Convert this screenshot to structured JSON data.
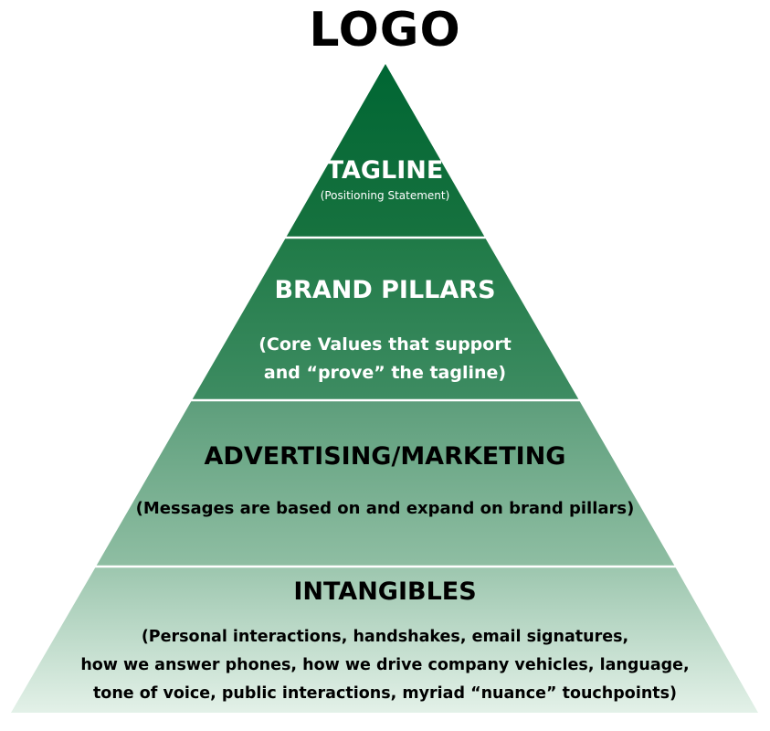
{
  "logo": "LOGO",
  "tiers": [
    {
      "title": "TAGLINE",
      "subtitle": "(Positioning Statement)"
    },
    {
      "title": "BRAND PILLARS",
      "subtitle_lines": [
        "(Core Values that support",
        "and “prove” the tagline)"
      ]
    },
    {
      "title": "ADVERTISING/MARKETING",
      "subtitle": "(Messages are based on and expand on brand pillars)"
    },
    {
      "title": "INTANGIBLES",
      "subtitle_lines": [
        "(Personal interactions, handshakes, email signatures,",
        "how we answer phones, how we drive company vehicles, language,",
        "tone of voice, public interactions, myriad “nuance” touchpoints)"
      ]
    }
  ],
  "colors": {
    "tier1": "#0b6a38",
    "tier2": "#2f8357",
    "tier3": "#6ca886",
    "tier4_top": "#95c3a8",
    "tier4_bottom": "#dcede3",
    "divider": "#ffffff"
  }
}
